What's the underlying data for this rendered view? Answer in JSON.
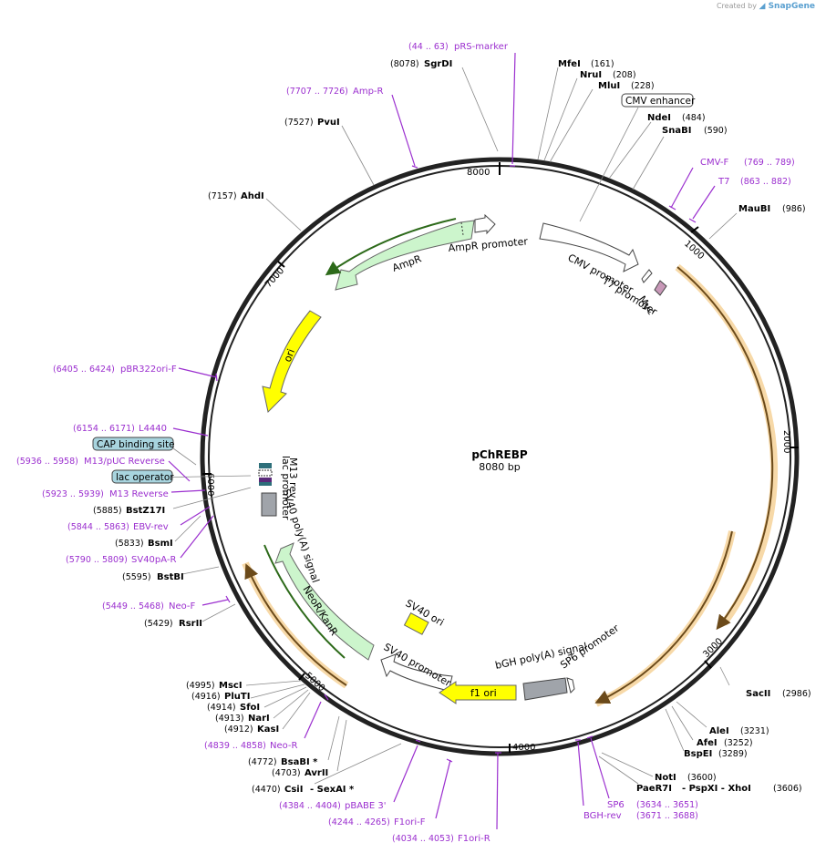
{
  "credit": {
    "text": "Created by",
    "brand": "SnapGene"
  },
  "plasmid": {
    "name": "pChREBP",
    "length": "8080 bp"
  },
  "ticks": [
    "1000",
    "2000",
    "3000",
    "4000",
    "5000",
    "6000",
    "7000",
    "8000"
  ],
  "enzymes": [
    {
      "name": "SgrDI",
      "pos": "(8078)"
    },
    {
      "name": "MfeI",
      "pos": "(161)"
    },
    {
      "name": "NruI",
      "pos": "(208)"
    },
    {
      "name": "MluI",
      "pos": "(228)"
    },
    {
      "name": "NdeI",
      "pos": "(484)"
    },
    {
      "name": "SnaBI",
      "pos": "(590)"
    },
    {
      "name": "MauBI",
      "pos": "(986)"
    },
    {
      "name": "PvuI",
      "pos": "(7527)"
    },
    {
      "name": "AhdI",
      "pos": "(7157)"
    },
    {
      "name": "BstZ17I",
      "pos": "(5885)"
    },
    {
      "name": "BsmI",
      "pos": "(5833)"
    },
    {
      "name": "BstBI",
      "pos": "(5595)"
    },
    {
      "name": "RsrII",
      "pos": "(5429)"
    },
    {
      "name": "MscI",
      "pos": "(4995)"
    },
    {
      "name": "PluTI",
      "pos": "(4916)"
    },
    {
      "name": "SfoI",
      "pos": "(4914)"
    },
    {
      "name": "NarI",
      "pos": "(4913)"
    },
    {
      "name": "KasI",
      "pos": "(4912)"
    },
    {
      "name": "BsaBI *",
      "pos": "(4772)"
    },
    {
      "name": "AvrII",
      "pos": "(4703)"
    },
    {
      "name": "CsiI",
      "pos": "(4470)",
      "extra": "- SexAI *"
    },
    {
      "name": "SacII",
      "pos": "(2986)"
    },
    {
      "name": "AleI",
      "pos": "(3231)"
    },
    {
      "name": "AfeI",
      "pos": "(3252)"
    },
    {
      "name": "BspEI",
      "pos": "(3289)"
    },
    {
      "name": "NotI",
      "pos": "(3600)"
    },
    {
      "name": "PaeR7I",
      "pos": "",
      "extra": "- PspXI  - XhoI",
      "pos2": "(3606)"
    }
  ],
  "primers": [
    {
      "name": "pRS-marker",
      "pos": "(44 .. 63)"
    },
    {
      "name": "Amp-R",
      "pos": "(7707 .. 7726)"
    },
    {
      "name": "CMV-F",
      "pos": "(769 .. 789)"
    },
    {
      "name": "T7",
      "pos": "(863 .. 882)"
    },
    {
      "name": "pBR322ori-F",
      "pos": "(6405 .. 6424)"
    },
    {
      "name": "L4440",
      "pos": "(6154 .. 6171)"
    },
    {
      "name": "M13/pUC Reverse",
      "pos": "(5936 .. 5958)"
    },
    {
      "name": "M13 Reverse",
      "pos": "(5923 .. 5939)"
    },
    {
      "name": "EBV-rev",
      "pos": "(5844 .. 5863)"
    },
    {
      "name": "SV40pA-R",
      "pos": "(5790 .. 5809)"
    },
    {
      "name": "Neo-F",
      "pos": "(5449 .. 5468)"
    },
    {
      "name": "Neo-R",
      "pos": "(4839 .. 4858)"
    },
    {
      "name": "pBABE 3'",
      "pos": "(4384 .. 4404)"
    },
    {
      "name": "F1ori-F",
      "pos": "(4244 .. 4265)"
    },
    {
      "name": "F1ori-R",
      "pos": "(4034 .. 4053)"
    },
    {
      "name": "SP6",
      "pos": "(3634 .. 3651)"
    },
    {
      "name": "BGH-rev",
      "pos": "(3671 .. 3688)"
    }
  ],
  "boxed_features": [
    "CMV enhancer",
    "CAP binding site",
    "lac operator"
  ],
  "features": [
    {
      "name": "AmpR promoter"
    },
    {
      "name": "AmpR"
    },
    {
      "name": "CMV promoter"
    },
    {
      "name": "T7 promoter"
    },
    {
      "name": "Myc"
    },
    {
      "name": "ori"
    },
    {
      "name": "lac promoter"
    },
    {
      "name": "M13 rev"
    },
    {
      "name": "SV40 poly(A) signal"
    },
    {
      "name": "NeoR/KanR"
    },
    {
      "name": "SV40 ori"
    },
    {
      "name": "SV40 promoter"
    },
    {
      "name": "f1 ori"
    },
    {
      "name": "bGH poly(A) signal"
    },
    {
      "name": "SP6 promoter"
    }
  ],
  "colors": {
    "primer": "#9b2fcf",
    "ori": "#ffff00",
    "resistance": "#ccf5cc",
    "orange": "#e8a23c",
    "grey": "#a0a4aa",
    "myc": "#c898b8"
  }
}
